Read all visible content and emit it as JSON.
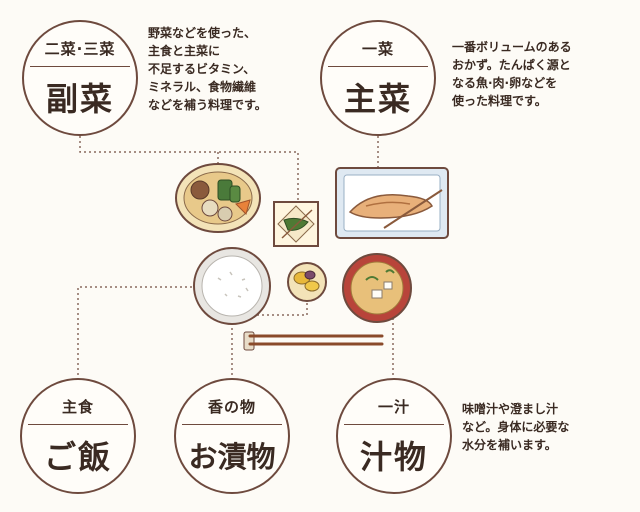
{
  "categories": {
    "fukusai": {
      "top": "二菜·三菜",
      "main": "副菜"
    },
    "shusai": {
      "top": "一菜",
      "main": "主菜"
    },
    "shushoku": {
      "top": "主食",
      "main": "ご飯"
    },
    "kounomono": {
      "top": "香の物",
      "main": "お漬物"
    },
    "shirumono": {
      "top": "一汁",
      "main": "汁物"
    }
  },
  "descriptions": {
    "fukusai": [
      "野菜などを使った、",
      "主食と主菜に",
      "不足するビタミン、",
      "ミネラル、食物繊維",
      "などを補う料理です。"
    ],
    "shusai": [
      "一番ボリュームのある",
      "おかず。たんぱく源と",
      "なる魚·肉·卵などを",
      "使った料理です。"
    ],
    "shirumono": [
      "味噌汁や澄まし汁",
      "など。身体に必要な",
      "水分を補います。"
    ]
  },
  "colors": {
    "outline": "#6e4a3e",
    "dotted_line": "#8a6a5e",
    "background": "#fdfbf6"
  }
}
